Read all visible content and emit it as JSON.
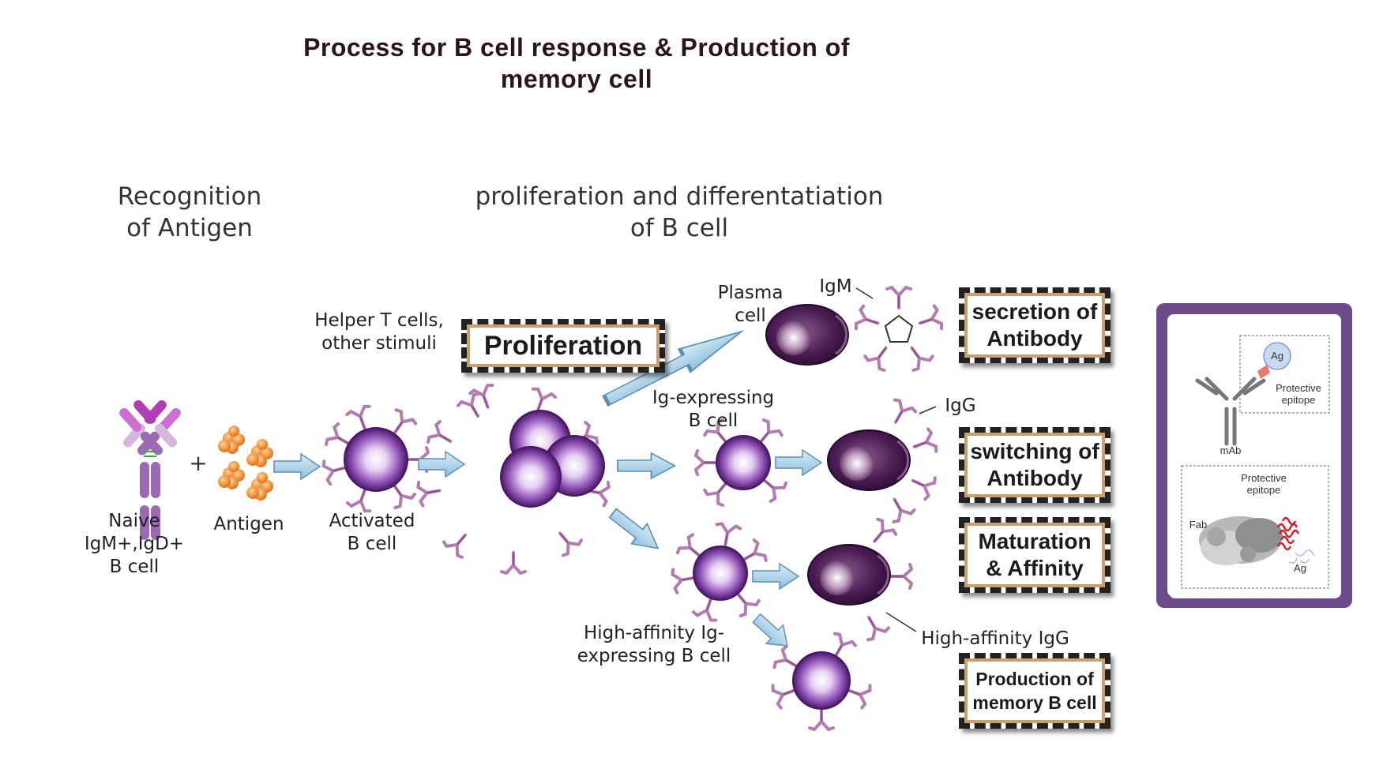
{
  "title": {
    "line1": "Process for B cell response & Production of",
    "line2": "memory cell"
  },
  "sections": {
    "recognition": {
      "line1": "Recognition",
      "line2": "of Antigen"
    },
    "proliferation": {
      "line1": "proliferation and differentatiation",
      "line2": "of B cell"
    }
  },
  "labels": {
    "naive": {
      "line1": "Naive",
      "line2": "IgM+,IgD+",
      "line3": "B cell"
    },
    "plus": "+",
    "antigen": "Antigen",
    "activated": {
      "line1": "Activated",
      "line2": "B cell"
    },
    "helper": {
      "line1": "Helper T cells,",
      "line2": "other stimuli"
    },
    "plasma": {
      "line1": "Plasma",
      "line2": "cell"
    },
    "igm": "IgM",
    "ig_expressing": {
      "line1": "Ig-expressing",
      "line2": "B cell"
    },
    "igg": "IgG",
    "high_affinity_cell": {
      "line1": "High-affinity Ig-",
      "line2": "expressing B cell"
    },
    "high_affinity_igg": "High-affinity IgG"
  },
  "boxes": {
    "proliferation": "Proliferation",
    "secretion": {
      "line1": "secretion of",
      "line2": "Antibody"
    },
    "switching": {
      "line1": "switching of",
      "line2": "Antibody"
    },
    "maturation": {
      "line1": "Maturation",
      "line2": "& Affinity"
    },
    "memory": {
      "line1": "Production of",
      "line2": "memory B cell"
    }
  },
  "inset": {
    "ag": "Ag",
    "protective_epitope": {
      "line1": "Protective",
      "line2": "epitope"
    },
    "mab": "mAb",
    "fab": "Fab",
    "ag_bottom": "Ag"
  },
  "colors": {
    "cell_purple": "#5a1f7a",
    "receptor_pink": "#b27cb0",
    "arrow_blue": "#a9cfe5",
    "antigen_orange": "#f0922e",
    "box_tan": "#c8a070",
    "inset_purple": "#6d4b8a"
  }
}
